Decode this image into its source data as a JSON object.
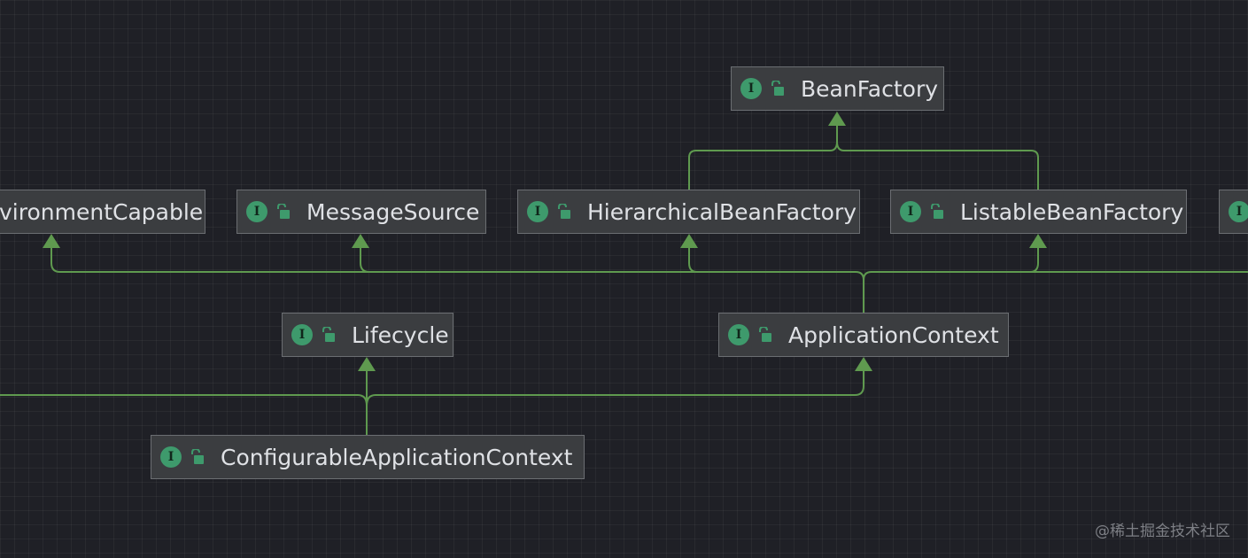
{
  "nodes": [
    {
      "id": "bean-factory",
      "label": "BeanFactory",
      "badge": "I"
    },
    {
      "id": "environment-capable",
      "label": "vironmentCapable",
      "badge": "I"
    },
    {
      "id": "message-source",
      "label": "MessageSource",
      "badge": "I"
    },
    {
      "id": "hierarchical-bean-factory",
      "label": "HierarchicalBeanFactory",
      "badge": "I"
    },
    {
      "id": "listable-bean-factory",
      "label": "ListableBeanFactory",
      "badge": "I"
    },
    {
      "id": "resource-pattern-resolver",
      "label": "",
      "badge": "I"
    },
    {
      "id": "lifecycle",
      "label": "Lifecycle",
      "badge": "I"
    },
    {
      "id": "application-context",
      "label": "ApplicationContext",
      "badge": "I"
    },
    {
      "id": "configurable-application-context",
      "label": "ConfigurableApplicationContext",
      "badge": "I"
    }
  ],
  "colors": {
    "background": "#1f2026",
    "node_fill": "#3b3d40",
    "node_border": "#6b6e72",
    "edge": "#5f9a4f",
    "badge": "#3e9a6c",
    "text": "#dfe1e5"
  },
  "icons": {
    "badge": "interface-badge-icon",
    "lock": "unlocked-padlock-icon"
  },
  "watermark": "@稀土掘金技术社区"
}
